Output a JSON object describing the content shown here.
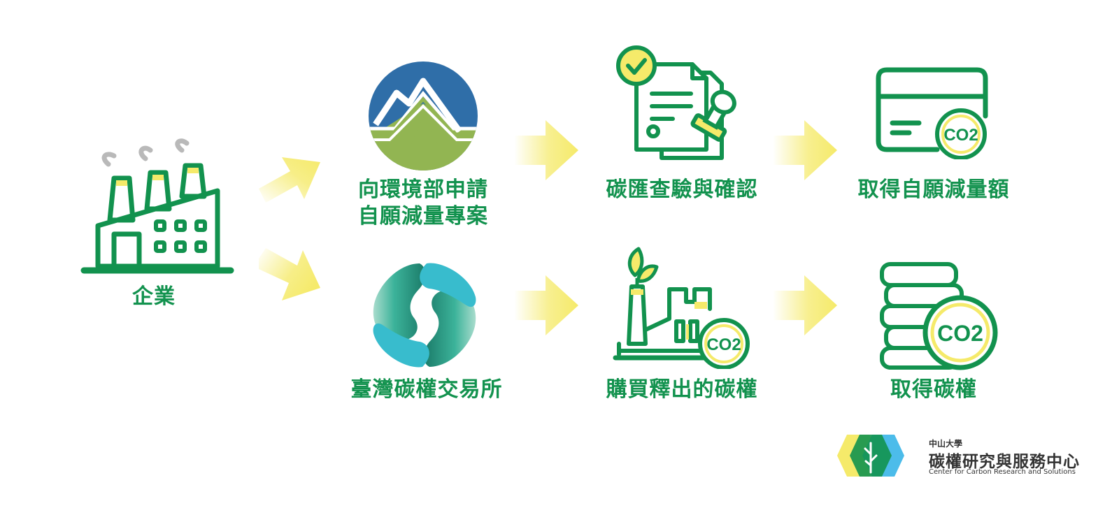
{
  "nodes": {
    "enterprise": "企業",
    "apply_project": [
      "向環境部申請",
      "自願減量專案"
    ],
    "exchange": "臺灣碳權交易所",
    "verification": "碳匯查驗與確認",
    "buy_credits": "購買釋出的碳權",
    "reduction_quota": "取得自願減量額",
    "carbon_credits": "取得碳權"
  },
  "icons": {
    "enterprise": "factory-icon",
    "apply_project": "environment-ministry-logo",
    "exchange": "carbon-exchange-logo",
    "verification": "document-stamp-icon",
    "buy_credits": "green-factory-co2-icon",
    "reduction_quota": "card-co2-icon",
    "carbon_credits": "coins-co2-icon"
  },
  "co2_text": "CO2",
  "colors": {
    "primary_green": "#12924e",
    "accent_yellow": "#f5ea6a",
    "moenv_blue": "#2f6ea8",
    "moenv_green": "#92b552",
    "exchange_teal": "#2aa38c",
    "exchange_cyan": "#38bccd"
  },
  "footer_logo": {
    "university": "中山大學",
    "center_zh": "碳權研究與服務中心",
    "center_en": "Center for Carbon Research and Solutions"
  }
}
